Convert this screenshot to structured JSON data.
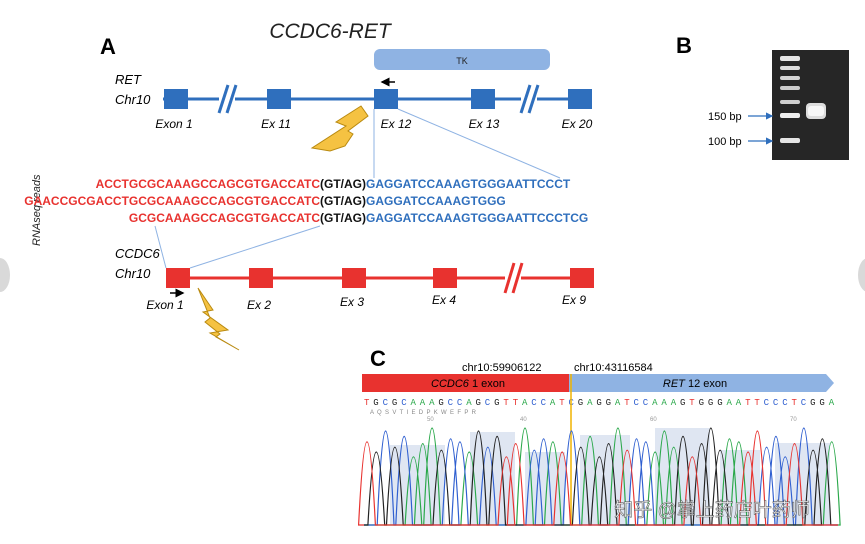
{
  "title": "CCDC6-RET",
  "panels": {
    "a": "A",
    "b": "B",
    "c": "C"
  },
  "colors": {
    "ret": "#2f6fbd",
    "ccdc6": "#e8322f",
    "tk": "#8fb3e3",
    "lightning": "#f5c242",
    "bp_arrow": "#2f6fbd"
  },
  "ret": {
    "label_gene": "RET",
    "label_chr": "Chr10",
    "tk_label": "TK",
    "exons": [
      "Exon 1",
      "Ex 11",
      "Ex 12",
      "Ex 13",
      "Ex 20"
    ]
  },
  "ccdc6": {
    "label_gene": "CCDC6",
    "label_chr": "Chr10",
    "exons": [
      "Exon 1",
      "Ex 2",
      "Ex 3",
      "Ex 4",
      "Ex 9"
    ]
  },
  "rnaseq_label": "RNAseq reads",
  "reads": [
    {
      "red": "ACCTGCGCAAAGCCAGCGTGACCATC",
      "junction": "(GT/AG)",
      "blue": "GAGGATCCAAAGTGGGAATTCCCT"
    },
    {
      "red": "GAACCGCGACCTGCGCAAAGCCAGCGTGACCATC",
      "junction": "(GT/AG)",
      "blue": "GAGGATCCAAAGTGGG"
    },
    {
      "red": "GCGCAAAGCCAGCGTGACCATC",
      "junction": "(GT/AG)",
      "blue": "GAGGATCCAAAGTGGGAATTCCCTCG"
    }
  ],
  "gel": {
    "labels": [
      "150 bp",
      "100 bp"
    ]
  },
  "sanger": {
    "coord_left": "chr10:59906122",
    "coord_right": "chr10:43116584",
    "bar_left": "CCDC6 1 exon",
    "bar_right": "RET 12 exon",
    "bar_left_gene": "CCDC6",
    "bar_left_rest": " 1 exon",
    "bar_right_gene": "RET",
    "bar_right_rest": " 12 exon",
    "bases": "TGCGCAAAGCCAGCGTTACCATCGAGGATCCAAAGTGGGAATTCCCTCGGA",
    "aa_row": "A  Q  S  V  T  I  E  D  P  K  W  E  F  P  R",
    "positions": [
      "50",
      "40",
      "60",
      "70"
    ]
  },
  "watermark": "知乎 @掌上药店叶药师"
}
